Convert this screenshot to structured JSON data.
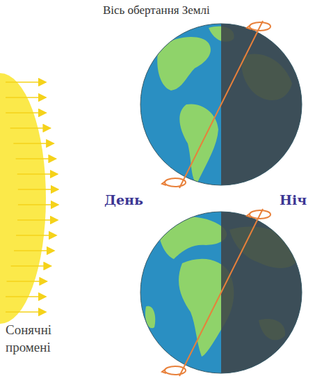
{
  "diagram": {
    "labels": [
      "Вісь обертання Землі",
      "День",
      "Ніч",
      "Сонячні промені"
    ]
  }
}
